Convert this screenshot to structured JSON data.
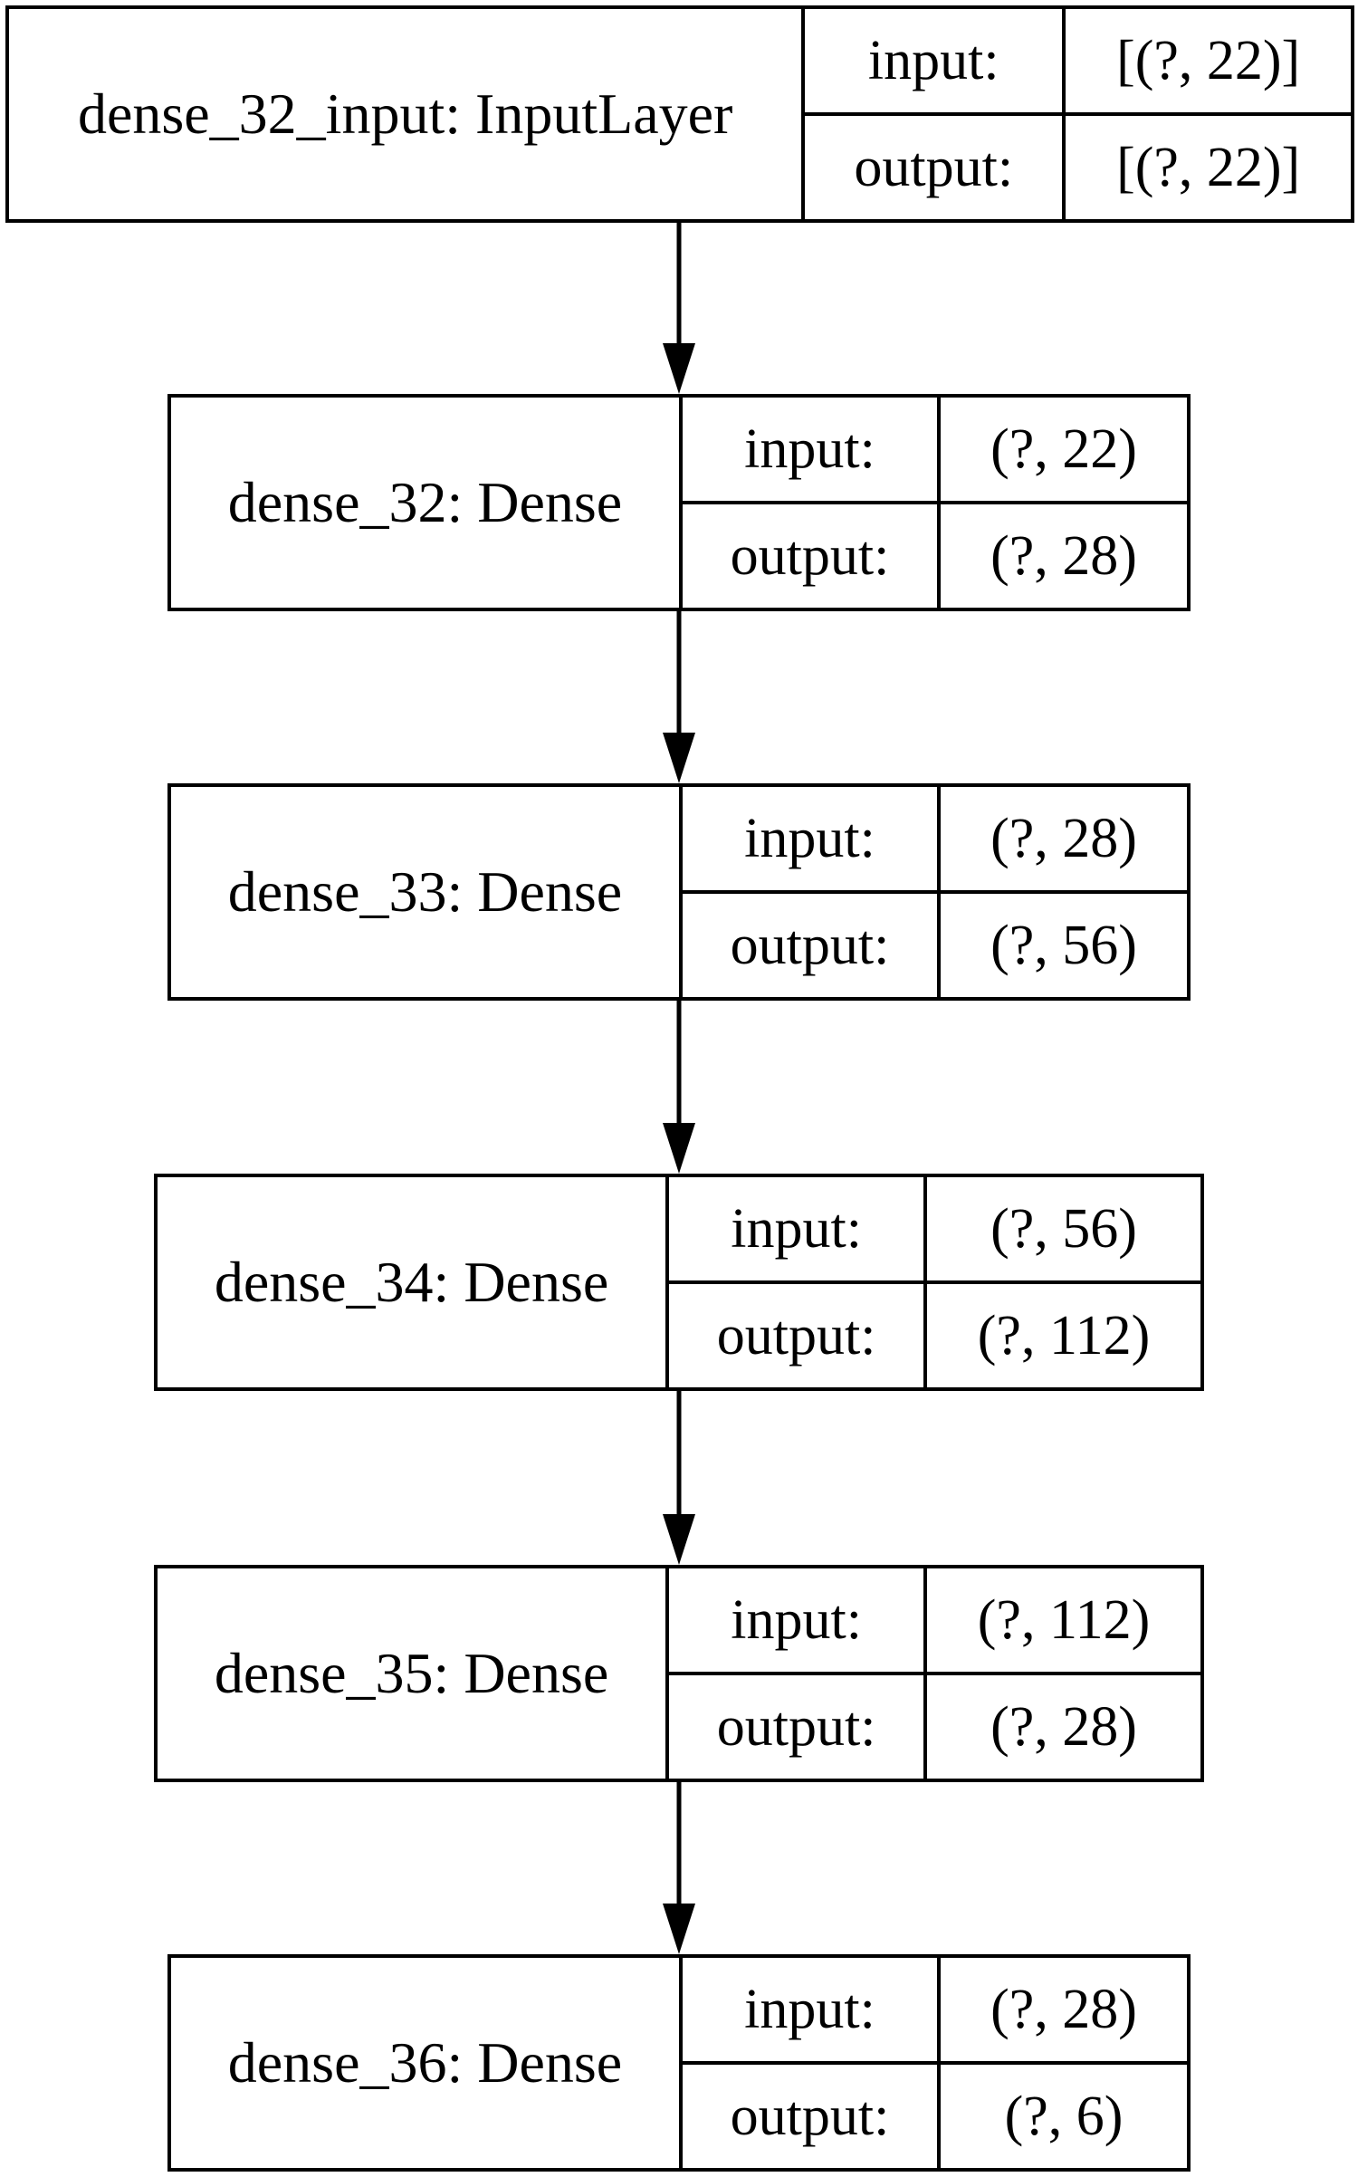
{
  "layers": [
    {
      "name": "dense_32_input: InputLayer",
      "input_label": "input:",
      "input_value": "[(?, 22)]",
      "output_label": "output:",
      "output_value": "[(?, 22)]"
    },
    {
      "name": "dense_32: Dense",
      "input_label": "input:",
      "input_value": "(?, 22)",
      "output_label": "output:",
      "output_value": "(?, 28)"
    },
    {
      "name": "dense_33: Dense",
      "input_label": "input:",
      "input_value": "(?, 28)",
      "output_label": "output:",
      "output_value": "(?, 56)"
    },
    {
      "name": "dense_34: Dense",
      "input_label": "input:",
      "input_value": "(?, 56)",
      "output_label": "output:",
      "output_value": "(?, 112)"
    },
    {
      "name": "dense_35: Dense",
      "input_label": "input:",
      "input_value": "(?, 112)",
      "output_label": "output:",
      "output_value": "(?, 28)"
    },
    {
      "name": "dense_36: Dense",
      "input_label": "input:",
      "input_value": "(?, 28)",
      "output_label": "output:",
      "output_value": "(?, 6)"
    }
  ],
  "edges": [
    [
      0,
      1
    ],
    [
      1,
      2
    ],
    [
      2,
      3
    ],
    [
      3,
      4
    ],
    [
      4,
      5
    ]
  ]
}
